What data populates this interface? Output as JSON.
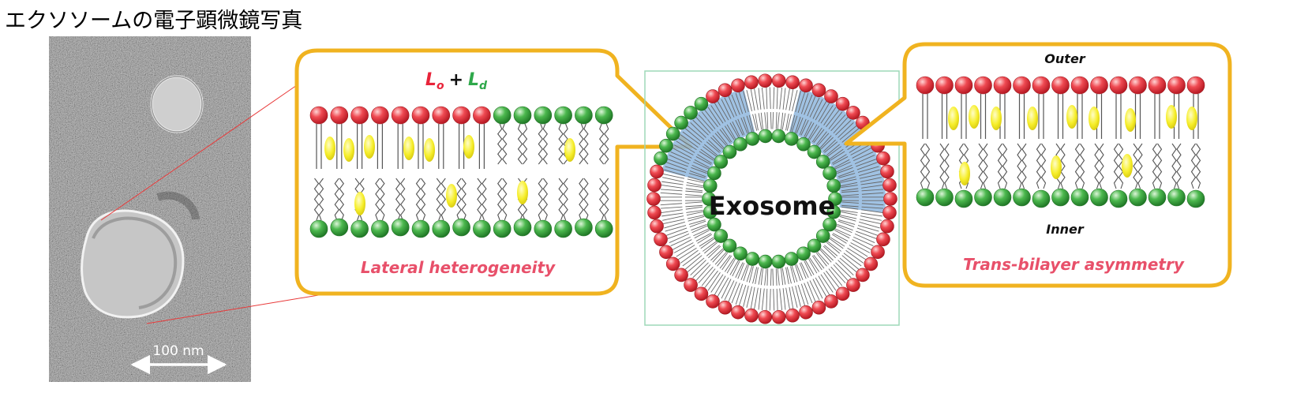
{
  "figure": {
    "title": "エクソソームの電子顕微鏡写真",
    "micrograph": {
      "scale_label": "100 nm"
    },
    "lateral_panel": {
      "label_lo_base": "L",
      "label_lo_sub": "o",
      "label_plus": "+",
      "label_ld_base": "L",
      "label_ld_sub": "d",
      "caption": "Lateral heterogeneity"
    },
    "vesicle": {
      "label": "Exosome"
    },
    "transbilayer_panel": {
      "outer_label": "Outer",
      "inner_label": "Inner",
      "caption": "Trans-bilayer asymmetry"
    }
  },
  "colors": {
    "callout_border": "#f0b320",
    "head_red": "#e8424b",
    "head_green": "#46b34a",
    "cholesterol": "#f6ee2a",
    "raft_blue": "#8fb7de",
    "caption_red": "#e8506a",
    "lo_red": "#e8243a",
    "ld_green": "#2ea84a"
  }
}
